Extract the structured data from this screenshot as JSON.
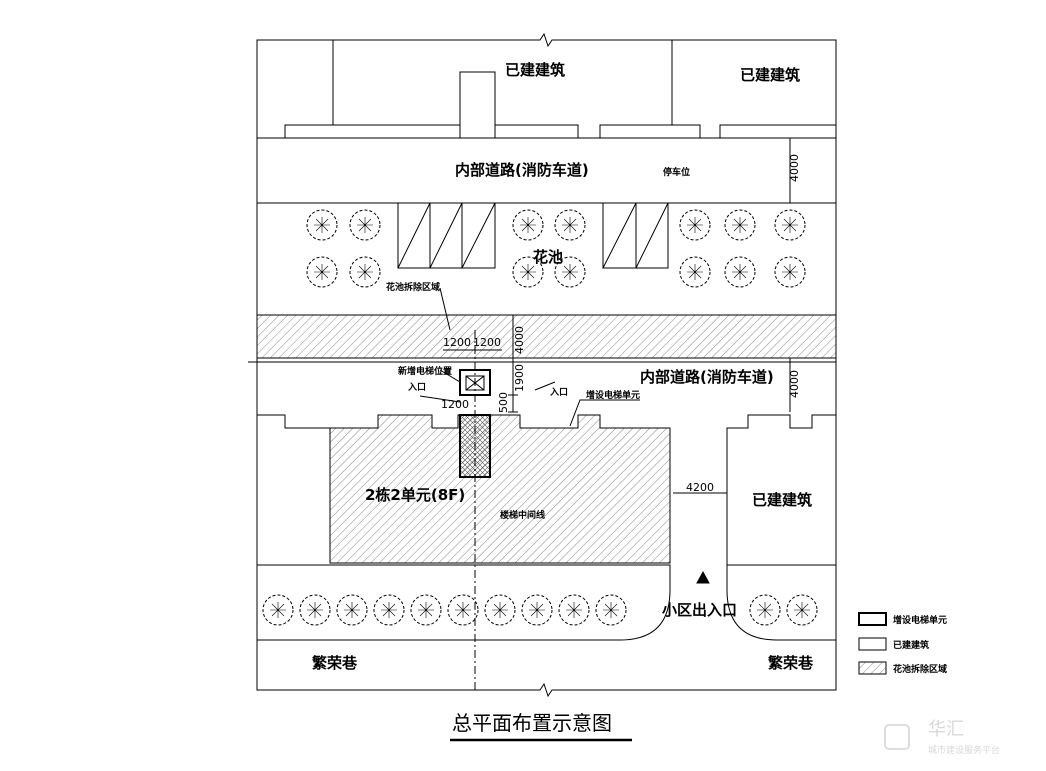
{
  "labels": {
    "existing_building": "已建建筑",
    "internal_road": "内部道路(消防车道)",
    "parking": "停车位",
    "flower_bed": "花池",
    "flower_bed_removal": "花池拆除区域",
    "new_elevator_position": "新增电梯位置",
    "entrance": "入口",
    "added_elevator_unit": "增设电梯单元",
    "building_unit": "2栋2单元(8F)",
    "stair_centerline": "楼梯中间线",
    "community_exit": "小区出入口",
    "lane": "繁荣巷"
  },
  "dimensions": {
    "d4000": "4000",
    "d1200": "1200",
    "d1900": "1900",
    "d500": "500",
    "d4200": "4200"
  },
  "legend": [
    {
      "label": "增设电梯单元"
    },
    {
      "label": "已建建筑"
    },
    {
      "label": "花池拆除区域"
    }
  ],
  "title": "总平面布置示意图",
  "watermark": {
    "brand": "华汇",
    "tagline": "城市建设服务平台"
  }
}
